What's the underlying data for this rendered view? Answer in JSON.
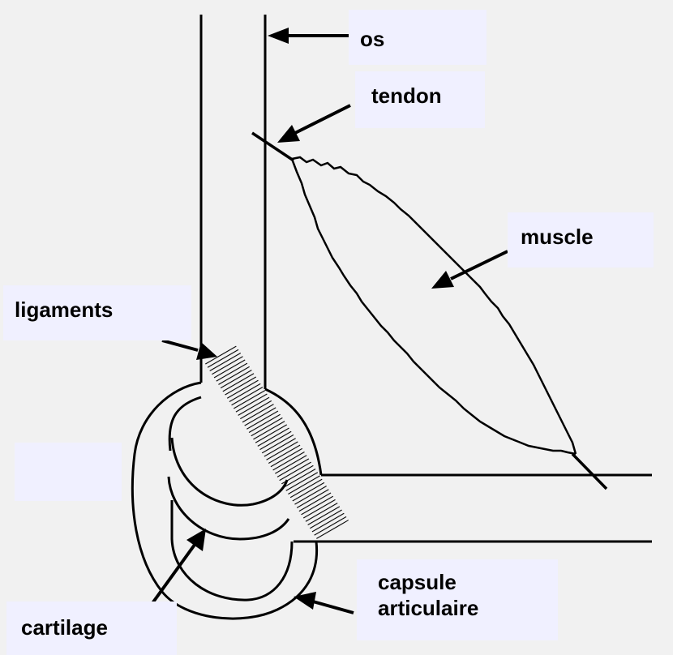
{
  "labels": {
    "os": "os",
    "tendon": "tendon",
    "muscle": "muscle",
    "ligaments": "ligaments",
    "blank": "",
    "cartilage": "cartilage",
    "capsule_line1": "capsule",
    "capsule_line2": "articulaire"
  },
  "colors": {
    "background": "#f1f1f1",
    "label_box": "#f0f0ff",
    "stroke": "#000000"
  }
}
